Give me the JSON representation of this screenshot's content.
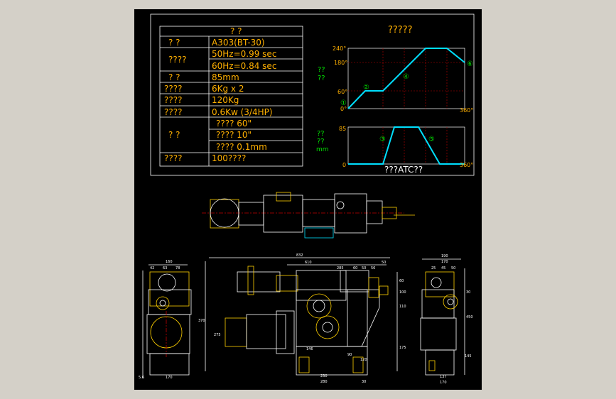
{
  "drawing": {
    "table": {
      "header": "?    ?",
      "rows": [
        {
          "label": "?    ?",
          "values": [
            "A303(BT-30)"
          ]
        },
        {
          "label": "????",
          "values": [
            "50Hz=0.99 sec",
            "60Hz=0.84 sec"
          ]
        },
        {
          "label": "?    ?",
          "values": [
            "85mm"
          ]
        },
        {
          "label": "????",
          "values": [
            "6Kg x 2"
          ]
        },
        {
          "label": "????",
          "values": [
            "120Kg"
          ]
        },
        {
          "label": "????",
          "values": [
            "0.6Kw (3/4HP)"
          ]
        },
        {
          "label": "?    ?",
          "values": [
            "???? 60\"",
            "???? 10\"",
            "???? 0.1mm"
          ]
        },
        {
          "label": "????",
          "values": [
            "100????"
          ]
        }
      ]
    },
    "timing": {
      "title": "?????",
      "footer": "???ATC??",
      "upper": {
        "ylabel": "??\n??",
        "yticks": [
          "240°",
          "180°",
          "60°",
          "0°"
        ],
        "xtick_end": "360°",
        "markers": [
          "①",
          "②",
          "④",
          "⑥"
        ]
      },
      "lower": {
        "ylabel": "??\n??\nmm",
        "yticks": [
          "85",
          "0"
        ],
        "xtick_end": "360°",
        "markers": [
          "③",
          "⑤"
        ]
      }
    },
    "dimensions": {
      "front": [
        "832",
        "610",
        "285",
        "60",
        "50",
        "56",
        "50",
        "60",
        "100",
        "110",
        "370",
        "275",
        "146",
        "90",
        "230",
        "280",
        "30",
        "120",
        "175"
      ],
      "left": [
        "160",
        "42",
        "63",
        "78",
        "5.6",
        "170"
      ],
      "right": [
        "190",
        "170",
        "25",
        "45",
        "50",
        "30",
        "450",
        "145",
        "137",
        "170"
      ]
    }
  }
}
